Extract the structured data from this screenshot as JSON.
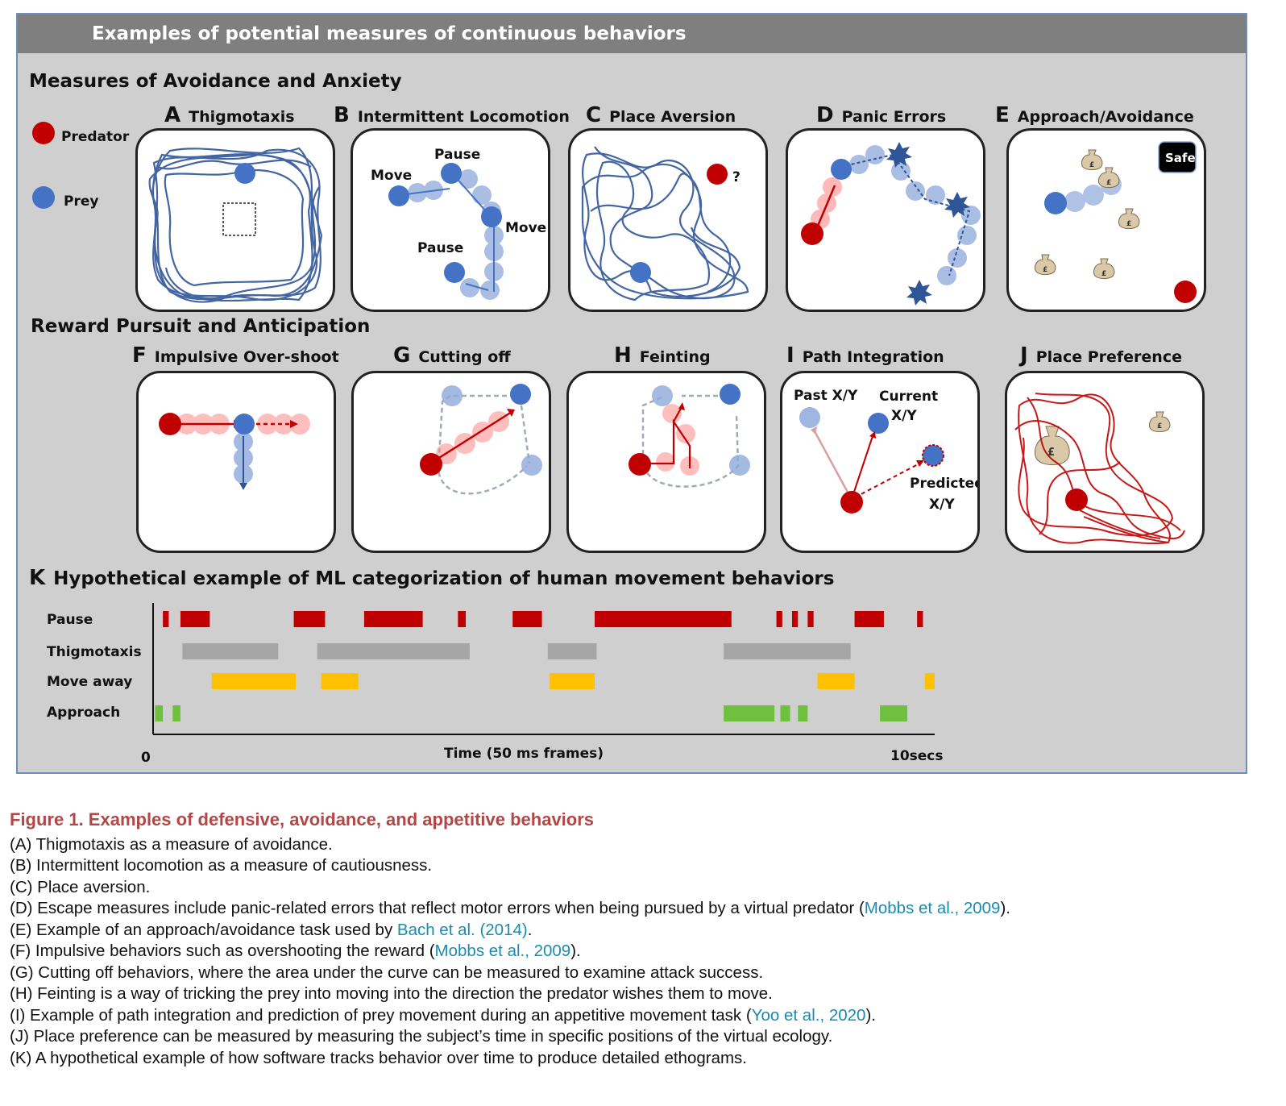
{
  "banner": "Examples of potential measures of continuous behaviors",
  "sections": {
    "avoidance": "Measures of Avoidance and Anxiety",
    "reward": "Reward Pursuit and Anticipation"
  },
  "legend": {
    "predator": "Predator",
    "prey": "Prey"
  },
  "colors": {
    "predator": "#c00000",
    "prey": "#4472c4",
    "pause": "#c00000",
    "thigmotaxis": "#a6a6a6",
    "move_away": "#ffc000",
    "approach": "#70c040",
    "caption_title": "#b04848",
    "link": "#1a8bb0"
  },
  "panels": {
    "A": {
      "letter": "A",
      "title": "Thigmotaxis"
    },
    "B": {
      "letter": "B",
      "title": "Intermittent Locomotion",
      "labels": {
        "move1": "Move",
        "pause1": "Pause",
        "move2": "Move",
        "pause2": "Pause"
      }
    },
    "C": {
      "letter": "C",
      "title": "Place Aversion",
      "question": "?"
    },
    "D": {
      "letter": "D",
      "title": "Panic Errors"
    },
    "E": {
      "letter": "E",
      "title": "Approach/Avoidance",
      "safe": "Safe",
      "currency": "£"
    },
    "F": {
      "letter": "F",
      "title": "Impulsive Over-shoot"
    },
    "G": {
      "letter": "G",
      "title": "Cutting off"
    },
    "H": {
      "letter": "H",
      "title": "Feinting"
    },
    "I": {
      "letter": "I",
      "title": "Path Integration",
      "labels": {
        "past": "Past X/Y",
        "current1": "Current",
        "current2": "X/Y",
        "predicted1": "Predicted",
        "predicted2": "X/Y"
      }
    },
    "J": {
      "letter": "J",
      "title": "Place Preference",
      "currency": "£"
    },
    "K": {
      "letter": "K",
      "title": "Hypothetical example of ML categorization of human movement behaviors"
    }
  },
  "chart_data": {
    "type": "bar",
    "title": "Hypothetical example of ML categorization of human movement behaviors",
    "xlabel": "Time (50 ms frames)",
    "x_tick_labels": [
      "0",
      "10secs"
    ],
    "xlim": [
      0,
      200
    ],
    "categories": [
      "Pause",
      "Thigmotaxis",
      "Move away",
      "Approach"
    ],
    "series": [
      {
        "name": "Pause",
        "segments": [
          [
            2.5,
            4
          ],
          [
            7,
            14.5
          ],
          [
            36,
            44
          ],
          [
            54,
            69
          ],
          [
            78,
            80
          ],
          [
            92,
            99.5
          ],
          [
            113,
            148
          ],
          [
            159.5,
            161
          ],
          [
            163.5,
            165
          ],
          [
            167.5,
            169
          ],
          [
            179.5,
            187
          ],
          [
            195.5,
            197
          ]
        ]
      },
      {
        "name": "Thigmotaxis",
        "segments": [
          [
            7.5,
            32
          ],
          [
            42,
            81
          ],
          [
            101,
            113.5
          ],
          [
            146,
            178.5
          ]
        ]
      },
      {
        "name": "Move away",
        "segments": [
          [
            15,
            36.5
          ],
          [
            43,
            52.5
          ],
          [
            101.5,
            113
          ],
          [
            170,
            179.5
          ],
          [
            197.5,
            200
          ]
        ]
      },
      {
        "name": "Approach",
        "segments": [
          [
            0.5,
            2.5
          ],
          [
            5,
            7
          ],
          [
            146,
            159
          ],
          [
            160.5,
            163
          ],
          [
            165,
            167.5
          ],
          [
            186,
            193
          ]
        ]
      }
    ]
  },
  "caption": {
    "title": "Figure 1.  Examples of defensive, avoidance, and appetitive behaviors",
    "lines": [
      {
        "pre": "(A) Thigmotaxis as a measure of avoidance.",
        "link": "",
        "post": ""
      },
      {
        "pre": "(B) Intermittent locomotion as a measure of cautiousness.",
        "link": "",
        "post": ""
      },
      {
        "pre": "(C) Place aversion.",
        "link": "",
        "post": ""
      },
      {
        "pre": "(D) Escape measures include panic-related errors that reflect motor errors when being pursued by a virtual predator (",
        "link": "Mobbs et al., 2009",
        "post": ")."
      },
      {
        "pre": "(E) Example of an approach/avoidance task used by ",
        "link": "Bach et al. (2014)",
        "post": "."
      },
      {
        "pre": "(F) Impulsive behaviors such as overshooting the reward (",
        "link": "Mobbs et al., 2009",
        "post": ")."
      },
      {
        "pre": "(G) Cutting off behaviors, where the area under the curve can be measured to examine attack success.",
        "link": "",
        "post": ""
      },
      {
        "pre": "(H) Feinting is a way of tricking the prey into moving into the direction the predator wishes them to move.",
        "link": "",
        "post": ""
      },
      {
        "pre": "(I) Example of path integration and prediction of prey movement during an appetitive movement task (",
        "link": "Yoo et al., 2020",
        "post": ")."
      },
      {
        "pre": "(J) Place preference can be measured by measuring the subject’s time in specific positions of the virtual ecology.",
        "link": "",
        "post": ""
      },
      {
        "pre": "(K) A hypothetical example of how software tracks behavior over time to produce detailed ethograms.",
        "link": "",
        "post": ""
      }
    ]
  }
}
